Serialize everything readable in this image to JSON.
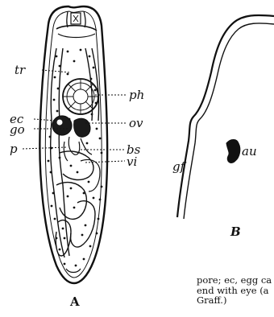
{
  "panel_a": {
    "letter": "A",
    "labels": {
      "tr": "tr",
      "ph": "ph",
      "ec": "ec",
      "go": "go",
      "ov": "ov",
      "p": "p",
      "bs": "bs",
      "vi": "vi"
    }
  },
  "panel_b": {
    "letter": "B",
    "labels": {
      "gf": "gf",
      "au": "au"
    }
  },
  "caption_lines": [
    "pore; ec, egg ca",
    "end with eye (a",
    "Graff.)"
  ]
}
